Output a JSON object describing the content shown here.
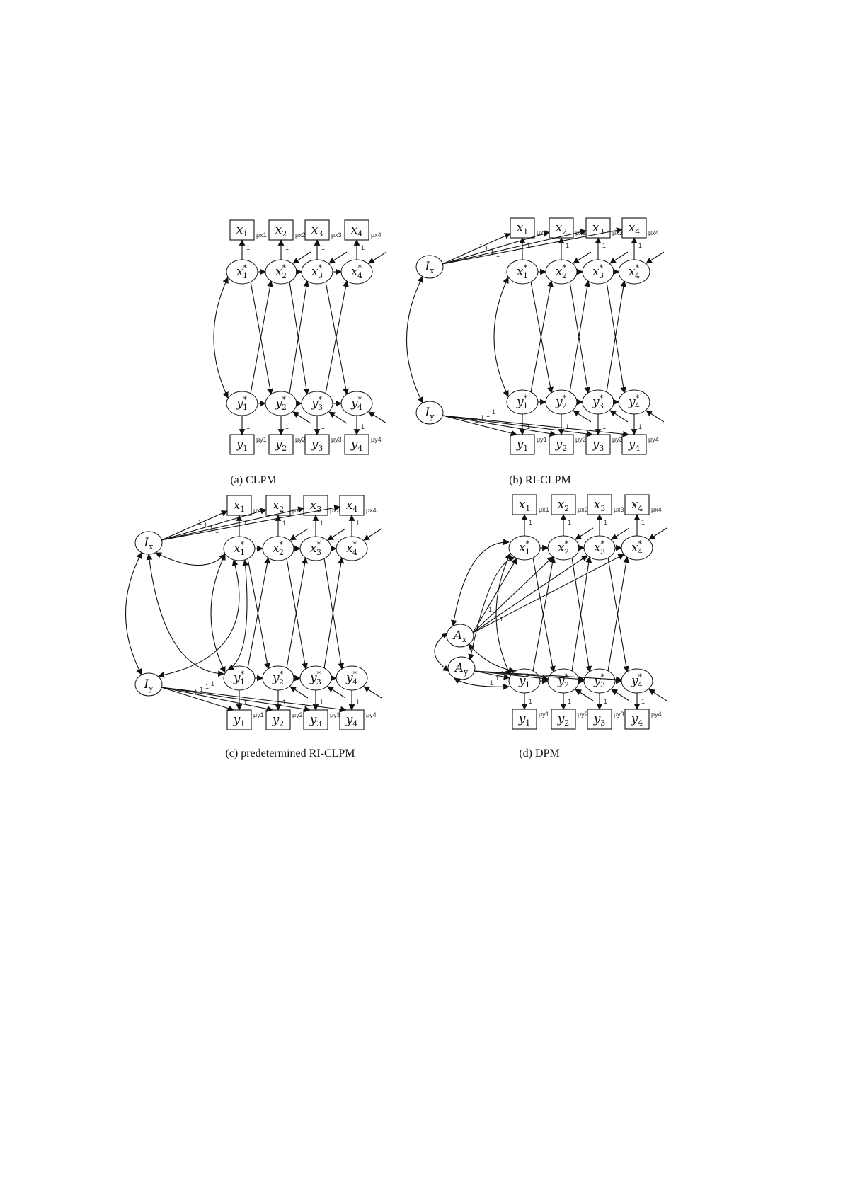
{
  "panels": [
    {
      "id": "a",
      "caption": "(a) CLPM",
      "type": "clpm",
      "intercepts": []
    },
    {
      "id": "b",
      "caption": "(b) RI-CLPM",
      "type": "ri",
      "intercepts": [
        {
          "base": "I",
          "sub": "x"
        },
        {
          "base": "I",
          "sub": "y"
        }
      ]
    },
    {
      "id": "c",
      "caption": "(c) predetermined RI-CLPM",
      "type": "pre",
      "intercepts": [
        {
          "base": "I",
          "sub": "x"
        },
        {
          "base": "I",
          "sub": "y"
        }
      ]
    },
    {
      "id": "d",
      "caption": "(d) DPM",
      "type": "dpm",
      "intercepts": [
        {
          "base": "A",
          "sub": "x"
        },
        {
          "base": "A",
          "sub": "y"
        }
      ]
    }
  ],
  "observed_x": [
    {
      "base": "x",
      "sub": "1"
    },
    {
      "base": "x",
      "sub": "2"
    },
    {
      "base": "x",
      "sub": "3"
    },
    {
      "base": "x",
      "sub": "4"
    }
  ],
  "observed_y": [
    {
      "base": "y",
      "sub": "1"
    },
    {
      "base": "y",
      "sub": "2"
    },
    {
      "base": "y",
      "sub": "3"
    },
    {
      "base": "y",
      "sub": "4"
    }
  ],
  "latent_x": [
    {
      "base": "x",
      "sub": "1",
      "sup": "*"
    },
    {
      "base": "x",
      "sub": "2",
      "sup": "*"
    },
    {
      "base": "x",
      "sub": "3",
      "sup": "*"
    },
    {
      "base": "x",
      "sub": "4",
      "sup": "*"
    }
  ],
  "latent_y": [
    {
      "base": "y",
      "sub": "1",
      "sup": "*"
    },
    {
      "base": "y",
      "sub": "2",
      "sup": "*"
    },
    {
      "base": "y",
      "sub": "3",
      "sup": "*"
    },
    {
      "base": "y",
      "sub": "4",
      "sup": "*"
    }
  ],
  "means_x": [
    "μx1",
    "μx2",
    "μx3",
    "μx4"
  ],
  "means_y": [
    "μy1",
    "μy2",
    "μy3",
    "μy4"
  ],
  "loading_label": "1"
}
